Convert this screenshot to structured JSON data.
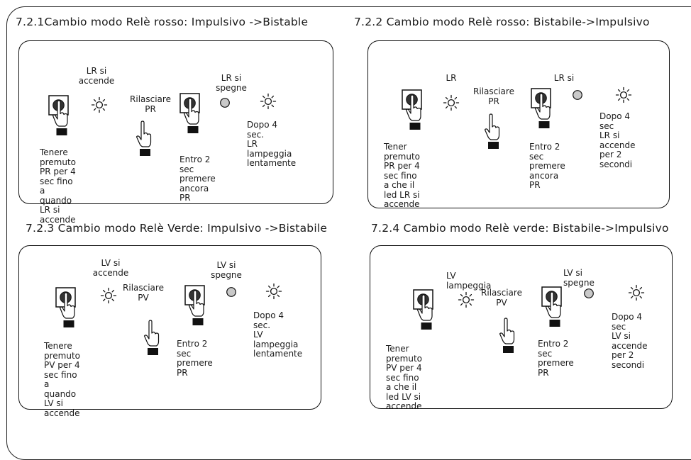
{
  "sections": [
    {
      "title": "7.2.1Cambio modo Relè rosso: Impulsivo ->Bistable",
      "led_top": "LR si\naccende",
      "release": "Rilasciare\nPR",
      "led_off": "LR si\nspegne",
      "hold": "Tenere premuto\nPR per 4 sec fino\na quando LR si\naccende",
      "press_again": "Entro 2 sec\npremere\nancora PR",
      "after": "Dopo 4 sec.\nLR\nlampeggia\nlentamente"
    },
    {
      "title": "7.2.2 Cambio modo Relè rosso: Bistabile->Impulsivo",
      "led_top": "LR",
      "release": "Rilasciare\nPR",
      "led_off": "LR si",
      "hold": "Tener premuto\nPR per 4 sec fino\na che il led LR si\naccende",
      "press_again": "Entro 2 sec\npremere\nancora PR",
      "after": "Dopo 4 sec\nLR si\naccende\nper 2\nsecondi"
    },
    {
      "title": "7.2.3 Cambio modo Relè Verde: Impulsivo ->Bistabile",
      "led_top": "LV si\naccende",
      "release": "Rilasciare\nPV",
      "led_off": "LV si\nspegne",
      "hold": "Tenere premuto\nPV per 4 sec fino\na quando LV si\naccende",
      "press_again": "Entro 2 sec\npremere PR",
      "after": "Dopo 4 sec.\nLV\nlampeggia\nlentamente"
    },
    {
      "title": "7.2.4 Cambio modo Relè verde: Bistabile->Impulsivo",
      "led_top": "LV lampeggia",
      "release": "Rilasciare\nPV",
      "led_off": "LV si spegne",
      "hold": "Tener premuto\nPV per 4 sec fino\na che il led LV si\naccende",
      "press_again": "Entro 2 sec\npremere PR",
      "after": "Dopo 4 sec\nLV si\naccende\nper 2\nsecondi"
    }
  ],
  "colors": {
    "led_off": "#c9c9c9",
    "button": "#333333",
    "line": "#111111"
  },
  "icons": [
    "finger-press-button-icon",
    "led-on-icon",
    "finger-release-icon",
    "led-off-icon"
  ]
}
